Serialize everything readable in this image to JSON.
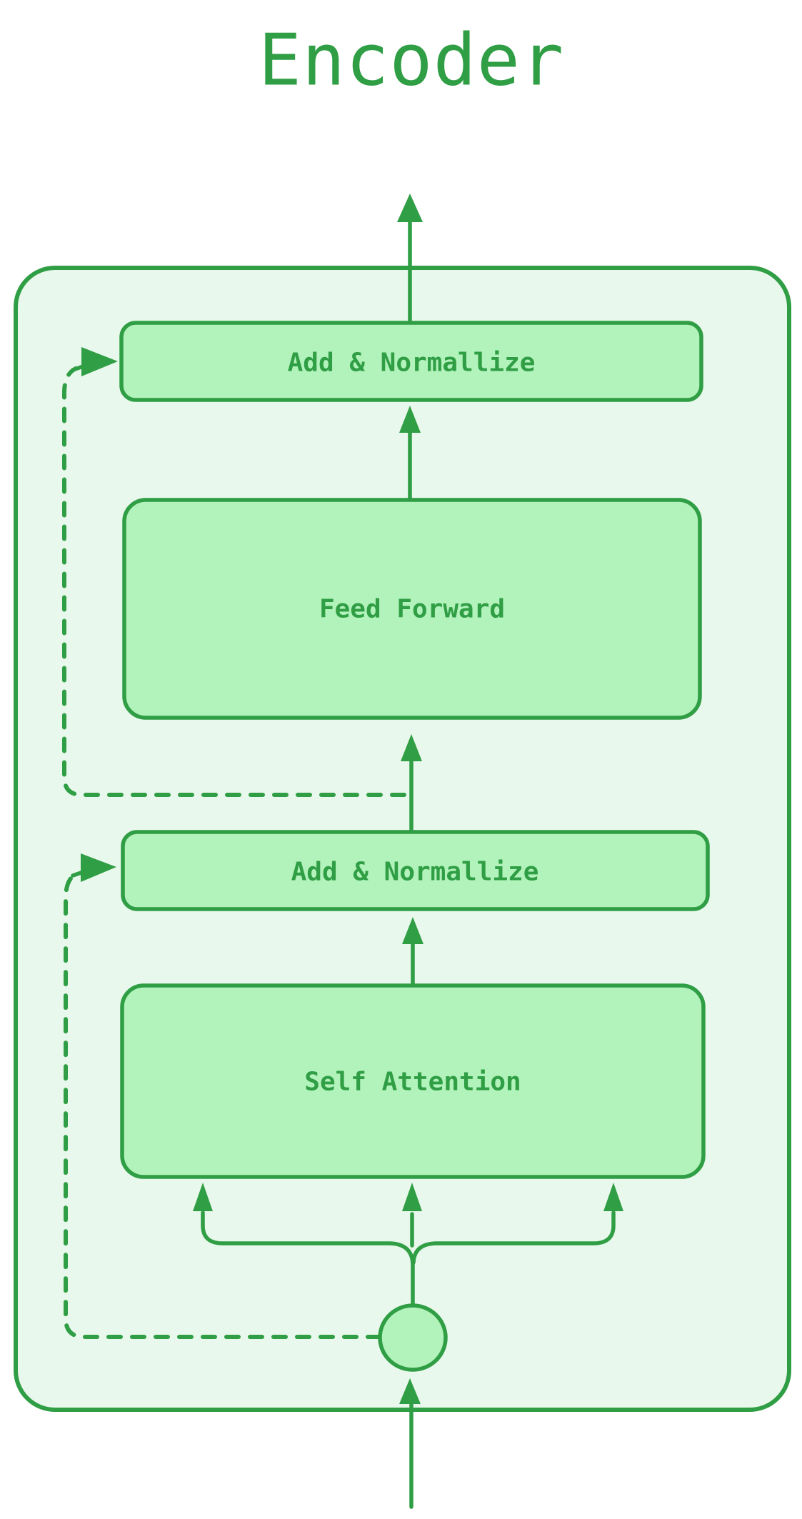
{
  "title": "Encoder",
  "colors": {
    "stroke": "#2f9e44",
    "box-fill": "#b2f2bb",
    "container-fill": "#e9f8ec",
    "text": "#2f9e44",
    "page-bg": "#ffffff"
  },
  "nodes": {
    "add_norm_top": {
      "label": "Add & Normallize"
    },
    "feed_forward": {
      "label": "Feed Forward"
    },
    "add_norm_bottom": {
      "label": "Add & Normallize"
    },
    "self_attention": {
      "label": "Self Attention"
    }
  }
}
